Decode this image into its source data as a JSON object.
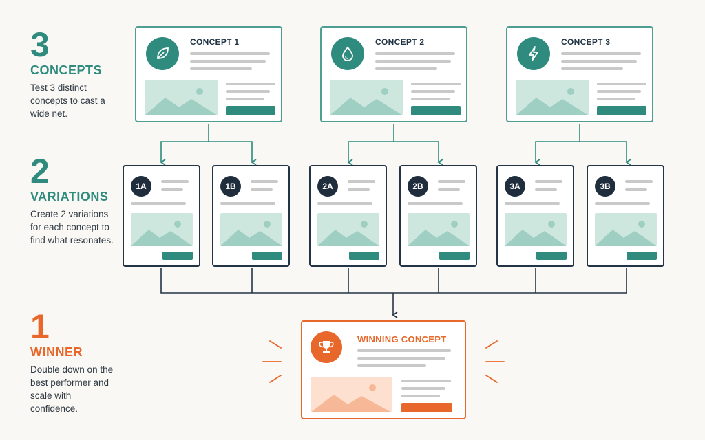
{
  "legend": {
    "concepts": {
      "number": "3",
      "title": "CONCEPTS",
      "description": "Test 3 distinct concepts to cast a wide net."
    },
    "variations": {
      "number": "2",
      "title": "VARIATIONS",
      "description": "Create 2 variations for each concept to find what resonates."
    },
    "winner": {
      "number": "1",
      "title": "WINNER",
      "description": "Double down on the best performer and scale with confidence."
    }
  },
  "concepts": [
    {
      "title": "CONCEPT 1",
      "icon": "leaf-icon"
    },
    {
      "title": "CONCEPT 2",
      "icon": "droplet-icon"
    },
    {
      "title": "CONCEPT 3",
      "icon": "lightning-icon"
    }
  ],
  "variations": [
    {
      "label": "1A"
    },
    {
      "label": "1B"
    },
    {
      "label": "2A"
    },
    {
      "label": "2B"
    },
    {
      "label": "3A"
    },
    {
      "label": "3B"
    }
  ],
  "winner": {
    "title": "WINNING CONCEPT",
    "icon": "trophy-icon"
  },
  "colors": {
    "teal": "#2e8b7d",
    "navy": "#1f2d3d",
    "orange": "#e8672a",
    "background": "#faf8f4"
  }
}
